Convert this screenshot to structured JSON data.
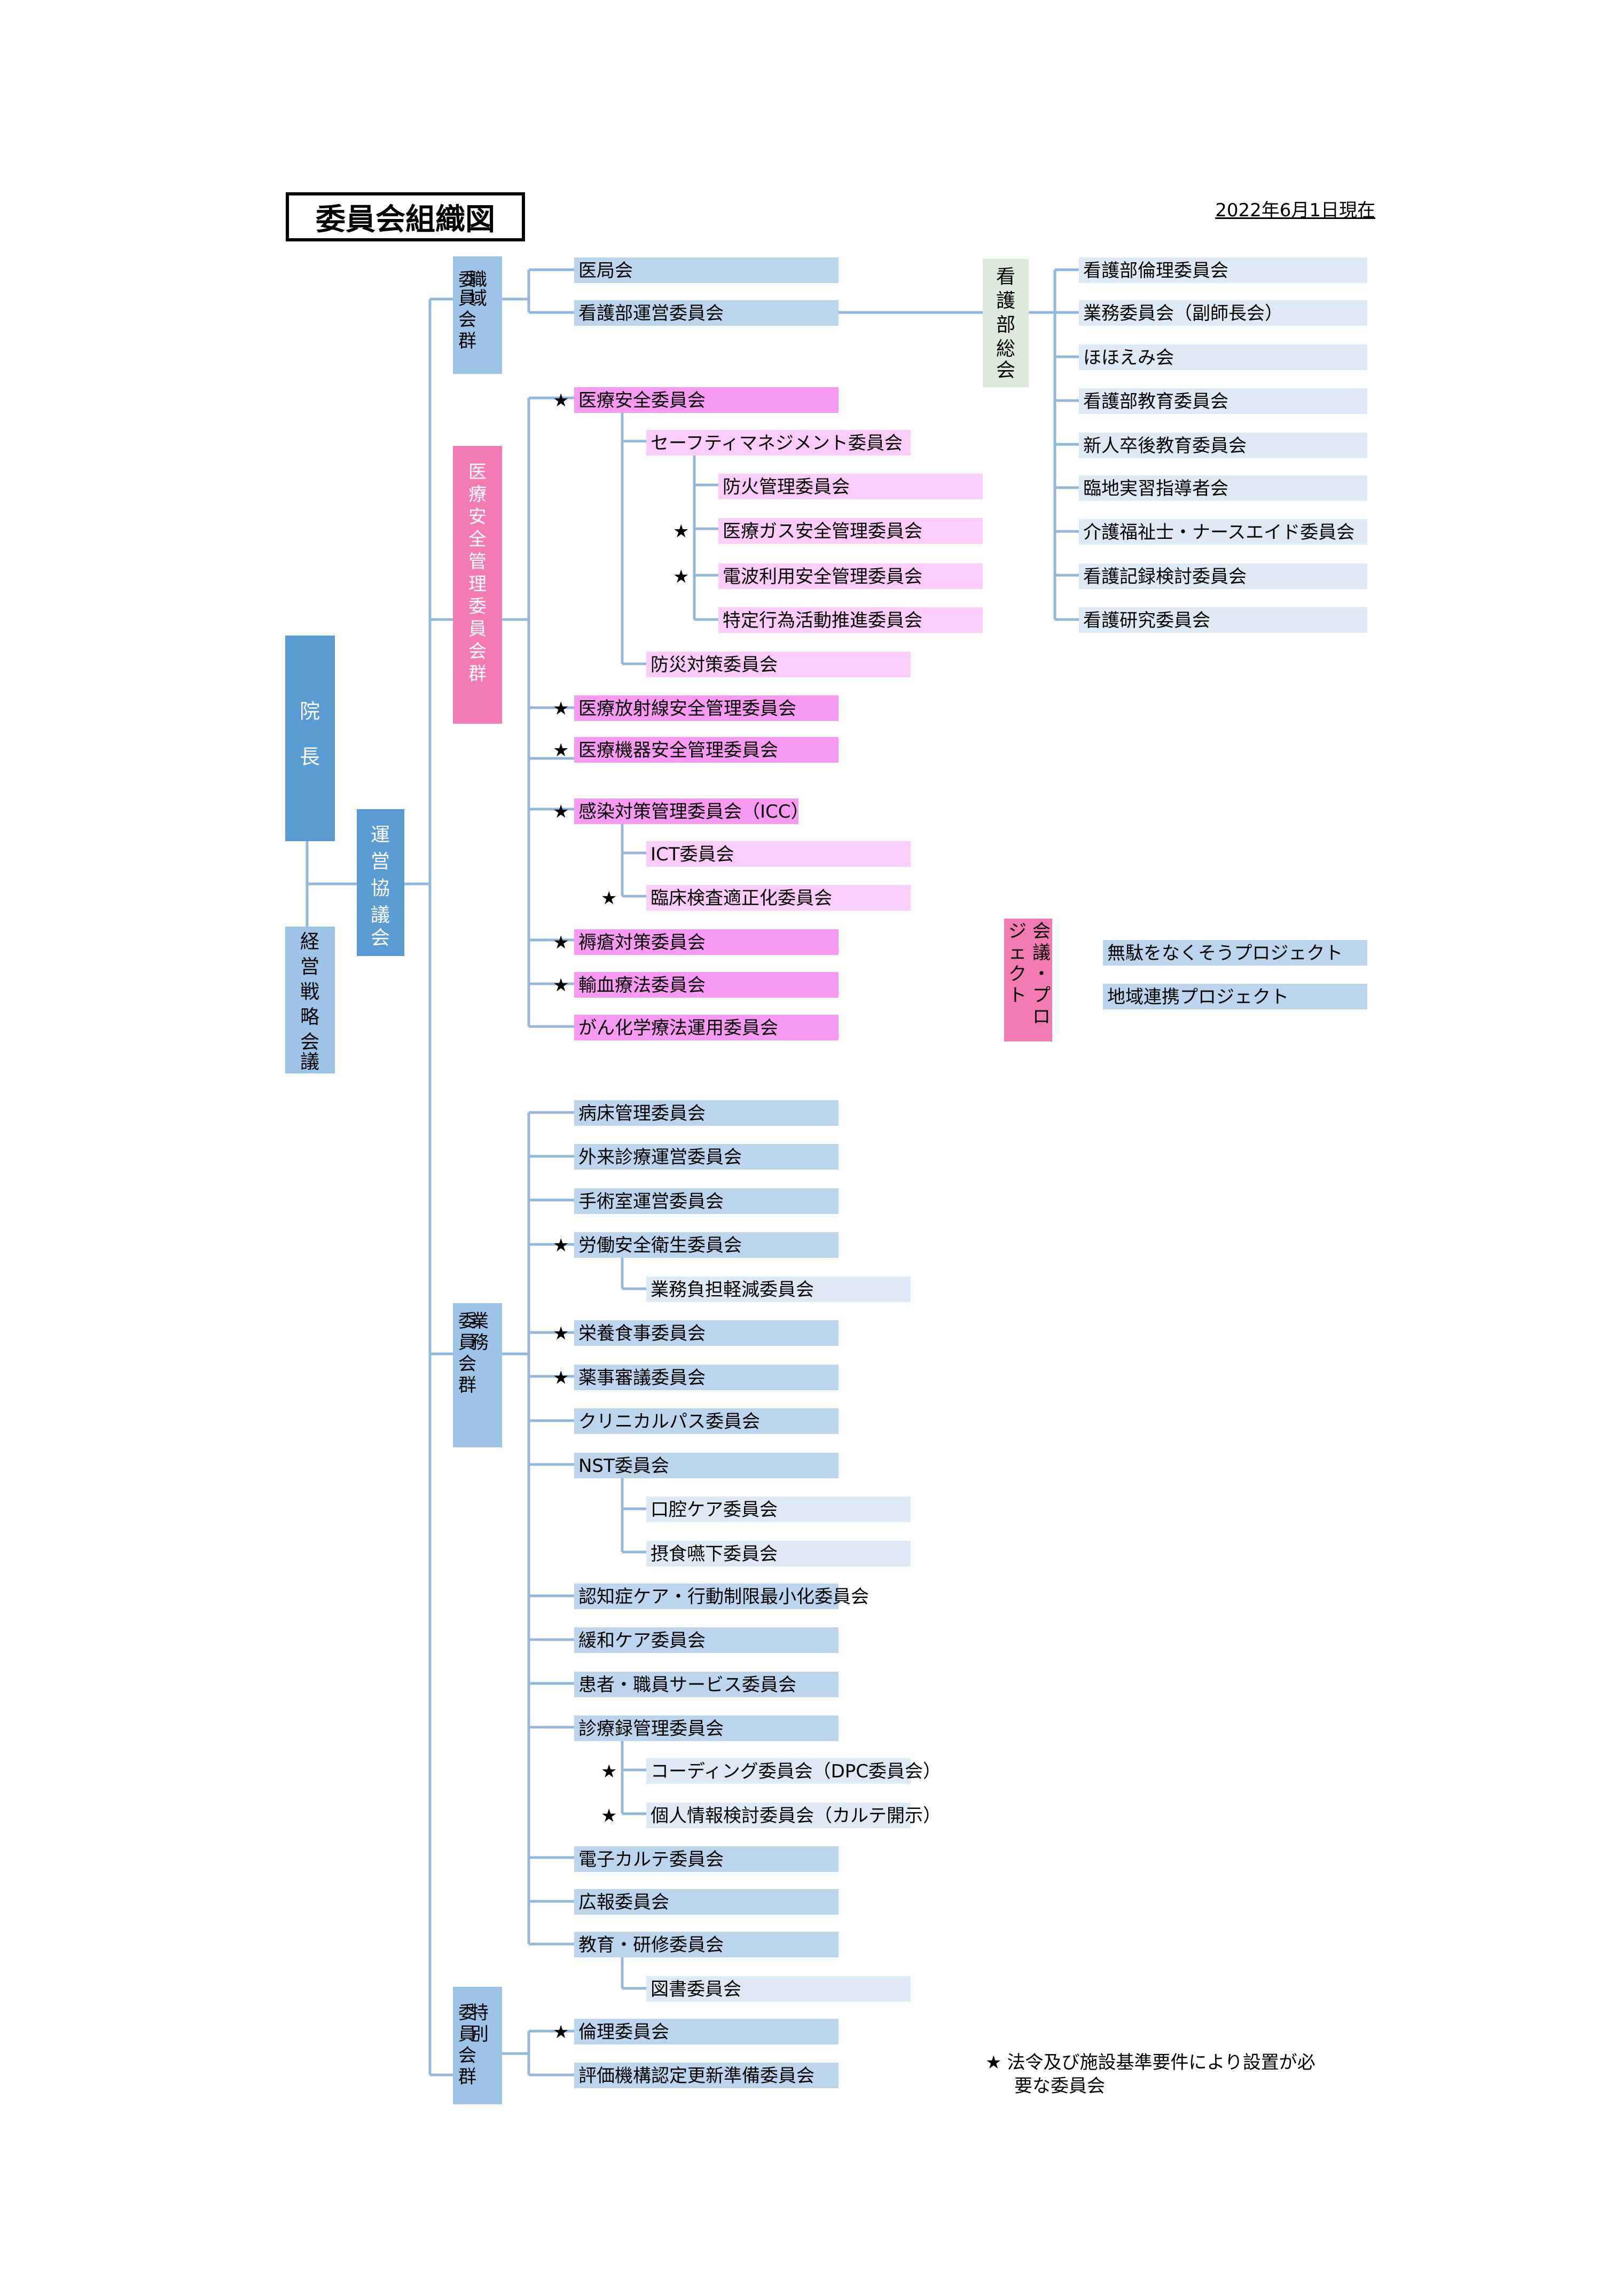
{
  "title": "委員会組織図",
  "date": "2022年6月1日現在",
  "colors": {
    "line": "#94b8da",
    "blue": "#bcd4ec",
    "blue_light": "#dde9f5",
    "pink": "#f89af2",
    "pink_light": "#fbccf7",
    "pink_dark": "#f47ab4",
    "green": "#dbeadb",
    "navy": "#5b9bd3",
    "mid": "#9dc3e6"
  },
  "directors": {
    "director": "院長",
    "strategy": "経営戦略会議",
    "operations": "運営協議会"
  },
  "groups": {
    "occupational": "職域委員会群",
    "safety": "医療安全管理委員会群",
    "business": "業務委員会群",
    "special": "特別委員会群",
    "nursing": "看護部総会",
    "meetings": "会議・プロジェクト"
  },
  "committees": {
    "c01": "医局会",
    "c02": "看護部運営委員会",
    "c03": "医療安全委員会",
    "c04": "セーフティマネジメント委員会",
    "c05": "防火管理委員会",
    "c06": "医療ガス安全管理委員会",
    "c07": "電波利用安全管理委員会",
    "c08": "特定行為活動推進委員会",
    "c09": "防災対策委員会",
    "c10": "医療放射線安全管理委員会",
    "c11": "医療機器安全管理委員会",
    "c12": "感染対策管理委員会（ICC）",
    "c13": "ICT委員会",
    "c14": "臨床検査適正化委員会",
    "c15": "褥瘡対策委員会",
    "c16": "輸血療法委員会",
    "c17": "がん化学療法運用委員会",
    "c18": "病床管理委員会",
    "c19": "外来診療運営委員会",
    "c20": "手術室運営委員会",
    "c21": "労働安全衛生委員会",
    "c22": "業務負担軽減委員会",
    "c23": "栄養食事委員会",
    "c24": "薬事審議委員会",
    "c25": "クリニカルパス委員会",
    "c26": "NST委員会",
    "c27": "口腔ケア委員会",
    "c28": "摂食嚥下委員会",
    "c29": "認知症ケア・行動制限最小化委員会",
    "c30": "緩和ケア委員会",
    "c31": "患者・職員サービス委員会",
    "c32": "診療録管理委員会",
    "c33": "コーディング委員会（DPC委員会）",
    "c34": "個人情報検討委員会（カルテ開示）",
    "c35": "電子カルテ委員会",
    "c36": "広報委員会",
    "c37": "教育・研修委員会",
    "c38": "図書委員会",
    "c39": "倫理委員会",
    "c40": "評価機構認定更新準備委員会",
    "n01": "看護部倫理委員会",
    "n02": "業務委員会（副師長会）",
    "n03": "ほほえみ会",
    "n04": "看護部教育委員会",
    "n05": "新人卒後教育委員会",
    "n06": "臨地実習指導者会",
    "n07": "介護福祉士・ナースエイド委員会",
    "n08": "看護記録検討委員会",
    "n09": "看護研究委員会",
    "p01": "無駄をなくそうプロジェクト",
    "p02": "地域連携プロジェクト"
  },
  "star": "★",
  "note": {
    "line1": "法令及び施設基準要件により設置が必",
    "line2": "要な委員会"
  }
}
